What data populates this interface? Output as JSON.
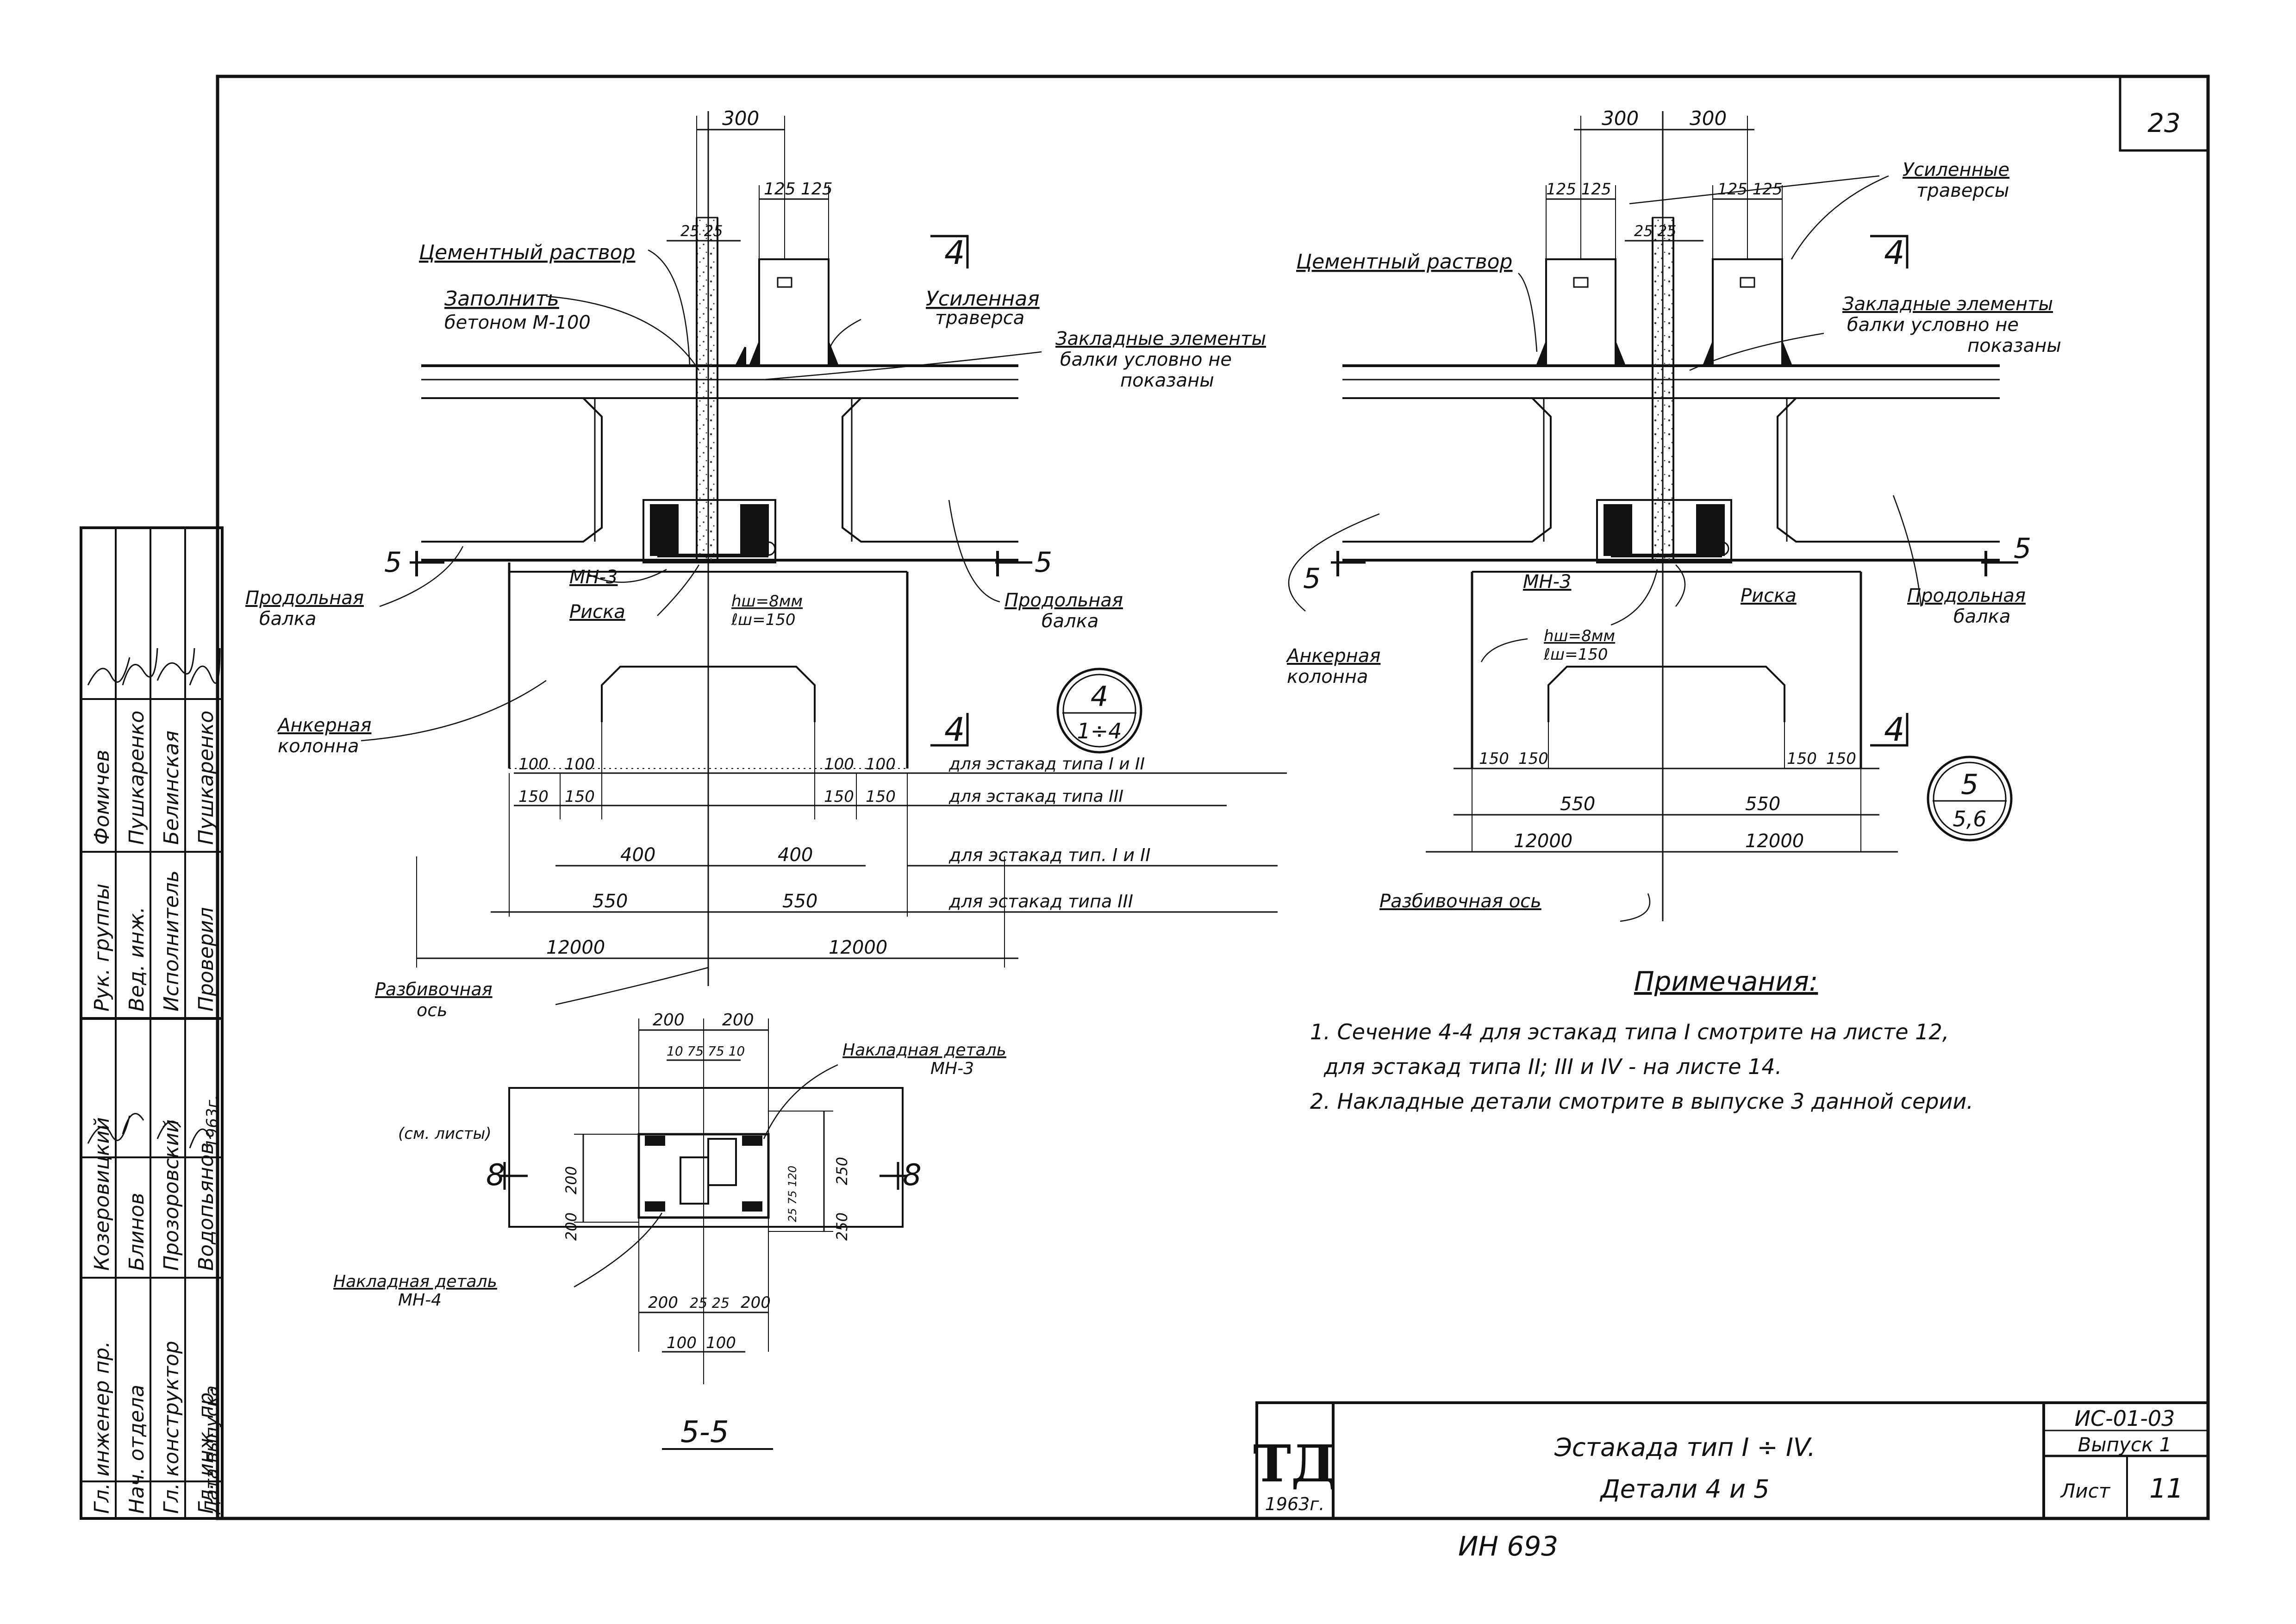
{
  "page_number": "23",
  "left_detail": {
    "dim_top": "300",
    "dim_125a": "125",
    "dim_125b": "125",
    "dim_25": "25 25",
    "cement_mortar": "Цементный раствор",
    "fill_concrete_l1": "Заполнить",
    "fill_concrete_l2": "бетоном М-100",
    "reinforced_traverse_l1": "Усиленная",
    "reinforced_traverse_l2": "траверса",
    "embedded_l1": "Закладные элементы",
    "embedded_l2": "балки условно не",
    "embedded_l3": "показаны",
    "section_mark_top": "4",
    "section_mark_bottom": "4",
    "sec5_left": "5",
    "sec5_right": "5",
    "mn3": "МН-3",
    "riska": "Риска",
    "hw": "hш=8мм",
    "lw": "ℓш=150",
    "longitudinal_beam_l1": "Продольная",
    "longitudinal_beam_l2": "балка",
    "anchor_column_l1": "Анкерная",
    "anchor_column_l2": "колонна",
    "d100a": "100",
    "d100b": "100",
    "d100c": "100",
    "d100d": "100",
    "d150a": "150",
    "d150b": "150",
    "d150c": "150",
    "d150d": "150",
    "d400a": "400",
    "d400b": "400",
    "d550a": "550",
    "d550b": "550",
    "d12000a": "12000",
    "d12000b": "12000",
    "note_types_1_2a": "для эстакад типа I и II",
    "note_types_3a": "для эстакад типа III",
    "note_types_1_2b": "для эстакад тип. I и II",
    "note_types_3b": "для эстакад типа III",
    "layout_axis_l1": "Разбивочная",
    "layout_axis_l2": "ось",
    "circle_num": "4",
    "circle_den": "1÷4"
  },
  "right_detail": {
    "dim_300a": "300",
    "dim_300b": "300",
    "dim_125a": "125 125",
    "dim_125b": "125 125",
    "dim_25": "25 25",
    "reinforced_traverses_l1": "Усиленные",
    "reinforced_traverses_l2": "траверсы",
    "cement_mortar": "Цементный раствор",
    "embedded_l1": "Закладные элементы",
    "embedded_l2": "балки условно не",
    "embedded_l3": "показаны",
    "section_mark_top": "4",
    "section_mark_bottom": "4",
    "sec5_left": "5",
    "sec5_right": "5",
    "mn3": "МН-3",
    "riska": "Риска",
    "hw": "hш=8мм",
    "lw": "ℓш=150",
    "longitudinal_beam_l1": "Продольная",
    "longitudinal_beam_l2": "балка",
    "anchor_column_l1": "Анкерная",
    "anchor_column_l2": "колонна",
    "d150a": "150",
    "d150b": "150",
    "d150c": "150",
    "d150d": "150",
    "d550a": "550",
    "d550b": "550",
    "d12000a": "12000",
    "d12000b": "12000",
    "layout_axis": "Разбивочная ось",
    "circle_num": "5",
    "circle_den": "5,6"
  },
  "section_55": {
    "title": "5-5",
    "d200a": "200",
    "d200b": "200",
    "d_small": "10 75 75 10",
    "overlay_mn3_l1": "Накладная деталь",
    "overlay_mn3_l2": "МН-3",
    "see_sheet": "(см. листы)",
    "mark8a": "8",
    "mark8b": "8",
    "v200a": "200",
    "v200b": "200",
    "v250a": "250",
    "v250b": "250",
    "inner_dims": "25 75 120",
    "overlay_mn4_l1": "Накладная деталь",
    "overlay_mn4_l2": "МН-4",
    "b200a": "200",
    "b2525": "25 25",
    "b200b": "200",
    "b100a": "100",
    "b100b": "100"
  },
  "notes": {
    "title": "Примечания:",
    "n1_l1": "1. Сечение 4-4 для эстакад типа I смотрите на листе 12,",
    "n1_l2": "для эстакад типа II; III и IV - на листе 14.",
    "n2": "2. Накладные детали смотрите в выпуске 3 данной серии."
  },
  "title_block": {
    "logo": "ТД",
    "year": "1963г.",
    "title_l1": "Эстакада тип I ÷ IV.",
    "title_l2": "Детали 4 и 5",
    "code": "ИС-01-03",
    "issue": "Выпуск 1",
    "sheet_label": "Лист",
    "sheet_no": "11"
  },
  "stamp": {
    "col1": [
      "Гл. инженер пр.",
      "Нач. отдела",
      "Гл. конструктор",
      "Гл. инж. пр.",
      "Дата выпуска"
    ],
    "col2": [
      "Козеровицкий",
      "Блинов",
      "Прозоровский",
      "Водопьянов",
      ""
    ],
    "col3": [
      "Рук. группы",
      "Вед. инж.",
      "Исполнитель",
      "Проверил"
    ],
    "col4": [
      "Фомичев",
      "Пушкаренко",
      "Белинская",
      "Пушкаренко"
    ],
    "date": "1963г."
  },
  "handwritten_footer": "ИН 693"
}
